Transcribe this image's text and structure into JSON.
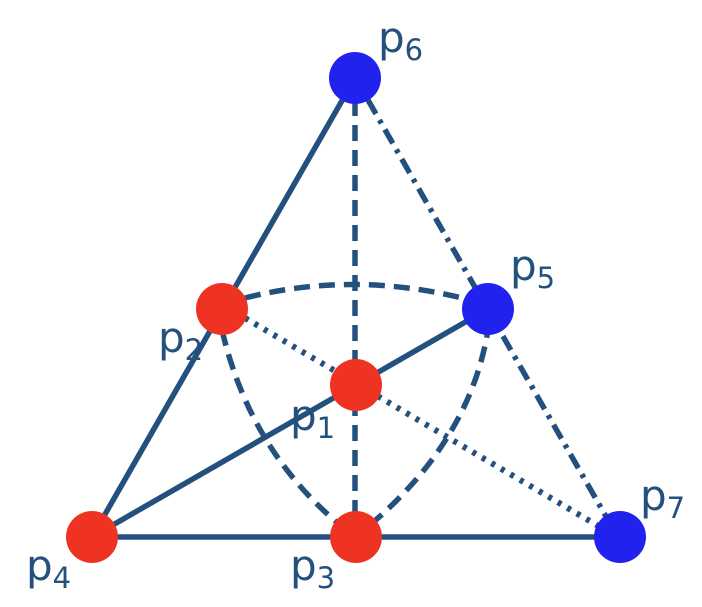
{
  "colors": {
    "edge": "#24507e",
    "red_point": "#ee3322",
    "blue_point": "#2222ee",
    "label": "#24507e"
  },
  "points": [
    {
      "id": "p1",
      "base": "p",
      "sub": "1",
      "color": "red"
    },
    {
      "id": "p2",
      "base": "p",
      "sub": "2",
      "color": "red"
    },
    {
      "id": "p3",
      "base": "p",
      "sub": "3",
      "color": "red"
    },
    {
      "id": "p4",
      "base": "p",
      "sub": "4",
      "color": "red"
    },
    {
      "id": "p5",
      "base": "p",
      "sub": "5",
      "color": "blue"
    },
    {
      "id": "p6",
      "base": "p",
      "sub": "6",
      "color": "blue"
    },
    {
      "id": "p7",
      "base": "p",
      "sub": "7",
      "color": "blue"
    }
  ],
  "edges": [
    {
      "from": "p4",
      "to": "p6",
      "style": "solid"
    },
    {
      "from": "p4",
      "to": "p7",
      "style": "solid"
    },
    {
      "from": "p4",
      "to": "p5",
      "style": "solid"
    },
    {
      "from": "p6",
      "to": "p3",
      "style": "dashed"
    },
    {
      "from": "p6",
      "to": "p7",
      "style": "dashdot"
    },
    {
      "from": "p2",
      "to": "p7",
      "style": "dotted"
    },
    {
      "from": "p2",
      "to": "p5",
      "style": "dashed-curve"
    },
    {
      "from": "p2",
      "to": "p3",
      "style": "dashed-curve"
    },
    {
      "from": "p3",
      "to": "p5",
      "style": "dashed-curve"
    }
  ]
}
